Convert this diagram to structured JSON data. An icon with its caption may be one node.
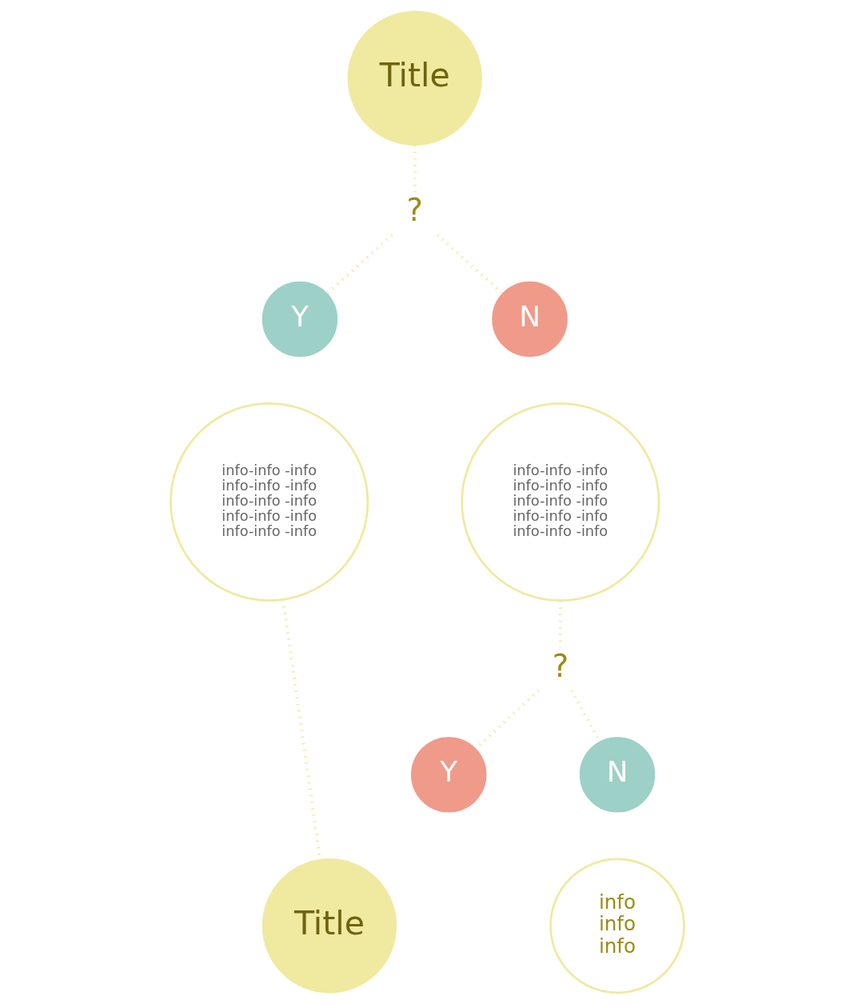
{
  "diagram": {
    "nodes": [
      {
        "text": [
          "Title"
        ]
      },
      {
        "text": [
          "?"
        ]
      },
      {
        "text": [
          "Y"
        ]
      },
      {
        "text": [
          "N"
        ]
      },
      {
        "text": [
          "info-info -info info-info -info info-info -info info-info -info info-info -info"
        ]
      },
      {
        "text": [
          "info-info -info info-info -info info-info -info info-info -info info-info -info"
        ]
      },
      {
        "text": [
          "?"
        ]
      },
      {
        "text": [
          "Y"
        ]
      },
      {
        "text": [
          "N"
        ]
      },
      {
        "text": [
          "Title"
        ]
      },
      {
        "text": [
          "info info info"
        ]
      }
    ],
    "edges": [
      {
        "from": 0,
        "to": 1,
        "arrow": "none"
      },
      {
        "from": 1,
        "to": 2,
        "arrow": "none"
      },
      {
        "from": 1,
        "to": 3,
        "arrow": "none"
      },
      {
        "from": 4,
        "to": 9,
        "arrow": "none"
      },
      {
        "from": 5,
        "to": 6,
        "arrow": "none"
      },
      {
        "from": 6,
        "to": 7,
        "arrow": "none"
      },
      {
        "from": 6,
        "to": 8,
        "arrow": "none"
      }
    ]
  }
}
